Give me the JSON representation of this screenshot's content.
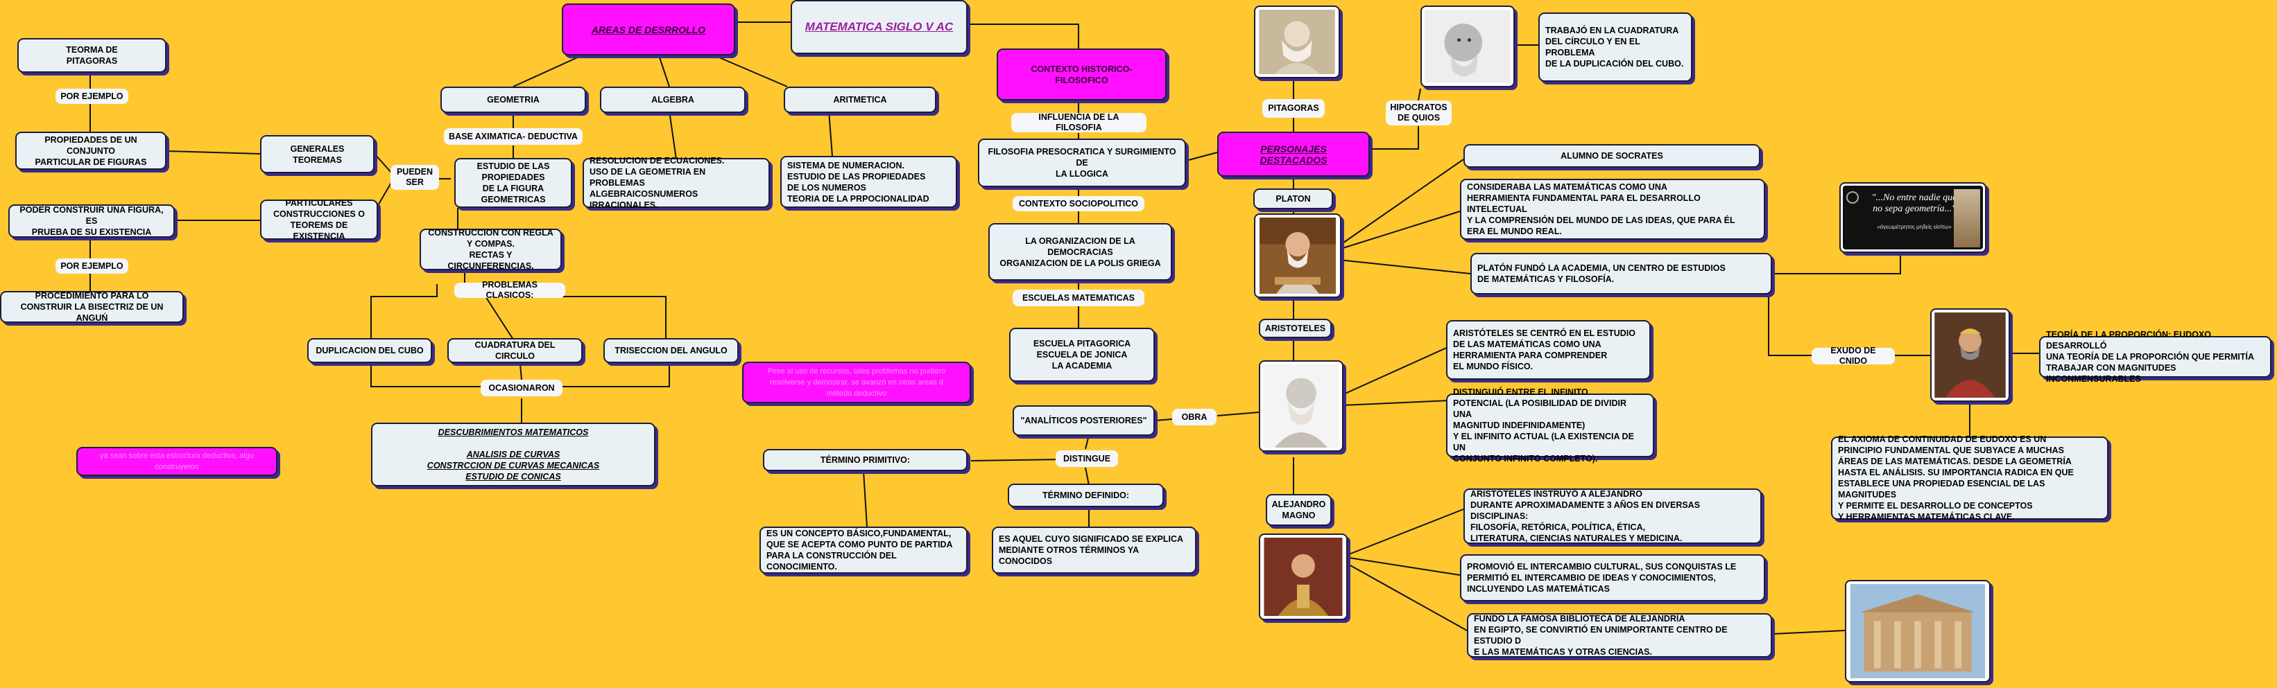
{
  "title": "MATEMATICA SIGLO V AC",
  "areas": "AREAS DE DESRROLLO",
  "contexto": "CONTEXTO HISTORICO-\nFILOSOFICO",
  "personajes": "PERSONAJES\nDESTACADOS",
  "left": {
    "teorema_pitagoras": "TEORMA DE\nPITAGORAS",
    "por_ejemplo_1": "POR EJEMPLO",
    "propiedades_conjunto": "PROPIEDADES DE UN CONJUNTO\nPARTICULAR DE FIGURAS",
    "generales": "GENERALES\nTEOREMAS",
    "pueden_ser": "PUEDEN\nSER",
    "particulares": "PARTICULARES\nCONSTRUCCIONES O\nTEOREMS DE EXISTENCIA",
    "poder_construir": "PODER CONSTRUIR UNA FIGURA, ES\nPRUEBA DE SU EXISTENCIA",
    "por_ejemplo_2": "POR EJEMPLO",
    "procedimiento": "PROCEDIMIENTO PARA LO\nCONSTRUIR LA BISECTRIZ DE UN ANGUŃ",
    "pink_note": "ya sean sobre esta estructura deductiva, algu\nconstruyeron"
  },
  "areas_sub": {
    "geometria": "GEOMETRIA",
    "algebra": "ALGEBRA",
    "aritmetica": "ARITMETICA",
    "base_axiomatica": "BASE AXIMATICA- DEDUCTIVA",
    "estudio_propiedades": "ESTUDIO DE LAS\nPROPIEDADES\nDE LA FIGURA\nGEOMETRICAS",
    "resolucion": "RESOLUCION DE ECUACIONES.\nUSO DE LA GEOMETRIA EN PROBLEMAS\nALGEBRAICOSNUMEROS IRRACIONALES.",
    "sistema_numeracion": "SISTEMA DE NUMERACION.\nESTUDIO DE LAS PROPIEDADES\nDE LOS NUMEROS\nTEORIA DE LA PRPOCIONALIDAD",
    "construccion": "CONSTRUCCION CON REGLA Y COMPAS.\nRECTAS Y CIRCUNFERENCIAS.",
    "problemas_clasicos": "PROBLEMAS CLASICOS:",
    "duplicacion": "DUPLICACION DEL CUBO",
    "cuadratura": "CUADRATURA DEL CIRCULO",
    "triseccion": "TRISECCION DEL ANGULO",
    "ocasionaron": "OCASIONARON",
    "descubrimientos": "DESCUBRIMIENTOS MATEMATICOS\n\nANALISIS DE CURVAS\nCONSTRCCION DE CURVAS MECANICAS\nESTUDIO DE CONICAS",
    "pink_note": "Pese al uso de recursos, tales problemas no pudiero\nresolverse y demostrar. se avanzó en otras areas d\nmétodo deductivo"
  },
  "contexto_sub": {
    "influencia": "INFLUENCIA DE LA FILOSOFIA",
    "filosofia_presocratica": "FILOSOFIA PRESOCRATICA Y SURGIMIENTO DE\nLA LLOGICA",
    "contexto_sociopolitico": "CONTEXTO SOCIOPOLITICO",
    "democracia": "LA ORGANIZACION DE LA DEMOCRACIAS\nORGANIZACION DE LA POLIS GRIEGA",
    "escuelas": "ESCUELAS MATEMATICAS",
    "escuelas_lista": "ESCUELA PITAGORICA\nESCUELA DE JONICA\nLA ACADEMIA",
    "analiticos": "\"ANALÍTICOS POSTERIORES\"",
    "obra": "OBRA",
    "distingue": "DISTINGUE",
    "termino_primitivo": "TÉRMINO PRIMITIVO:",
    "termino_definido": "TÉRMINO DEFINIDO:",
    "primitivo_def": "ES UN CONCEPTO BÁSICO,FUNDAMENTAL,\nQUE SE ACEPTA COMO PUNTO DE PARTIDA\nPARA LA CONSTRUCCIÓN DEL CONOCIMIENTO.",
    "definido_def": "ES AQUEL CUYO SIGNIFICADO SE EXPLICA\nMEDIANTE OTROS TÉRMINOS YA CONOCIDOS"
  },
  "people": {
    "pitagoras": "PITAGORAS",
    "hipocrates": "HIPOCRATOS\nDE QUIOS",
    "hipocrates_desc": "TRABAJÓ EN LA CUADRATURA\nDEL CÍRCULO Y EN EL PROBLEMA\nDE LA DUPLICACIÓN DEL CUBO.",
    "platon": "PLATON",
    "alumno": "ALUMNO DE SOCRATES",
    "platon_consideraba": "CONSIDERABA LAS MATEMÁTICAS COMO UNA\nHERRAMIENTA FUNDAMENTAL PARA EL DESARROLLO INTELECTUAL\nY LA COMPRENSIÓN DEL MUNDO DE LAS IDEAS, QUE PARA ÉL\nERA EL MUNDO REAL.",
    "platon_academia": "PLATÓN FUNDÓ LA ACADEMIA, UN CENTRO DE ESTUDIOS\nDE MATEMÁTICAS Y FILOSOFÍA.",
    "aristoteles": "ARISTOTELES",
    "aristoteles_centro": "ARISTÓTELES SE CENTRÓ EN EL ESTUDIO\nDE LAS MATEMÁTICAS COMO UNA\nHERRAMIENTA PARA COMPRENDER\nEL MUNDO FÍSICO.",
    "aristoteles_infinito": "DISTINGUIÓ ENTRE EL INFINITO\nPOTENCIAL (LA POSIBILIDAD DE DIVIDIR UNA\nMAGNITUD INDEFINIDAMENTE)\nY EL INFINITO ACTUAL (LA EXISTENCIA DE UN\nCONJUNTO INFINITO COMPLETO).",
    "alejandro": "ALEJANDRO\nMAGNO",
    "alejandro_instruyo": "ARISTÓTELES INSTRUYÓ A ALEJANDRO\nDURANTE APROXIMADAMENTE 3 AÑOS EN DIVERSAS DISCIPLINAS:\nFILOSOFÍA, RETÓRICA, POLÍTICA, ÉTICA,\nLITERATURA, CIENCIAS NATURALES Y MEDICINA.",
    "alejandro_promovio": "PROMOVIÓ EL INTERCAMBIO CULTURAL, SUS CONQUISTAS LE\nPERMITIÓ EL INTERCAMBIO DE IDEAS Y CONOCIMIENTOS,\nINCLUYENDO LAS MATEMÁTICAS",
    "alejandro_biblioteca": "FUNDO LA FAMOSA BIBLIOTECA DE ALEJANDRÍA\nEN EGIPTO, SE CONVIRTIÓ EN UNIMPORTANTE CENTRO DE ESTUDIO D\nE LAS MATEMÁTICAS Y OTRAS CIENCIAS.",
    "eudoxo": "EXUDO DE CNIDO",
    "eudoxo_teoria": "TEORÍA DE LA PROPORCIÓN: EUDOXO DESARROLLÓ\nUNA TEORÍA DE LA PROPORCIÓN QUE PERMITÍA\nTRABAJAR CON MAGNITUDES INCONMENSURABLES",
    "eudoxo_axioma": "EL AXIOMA DE CONTINUIDAD DE EUDOXO ES UN\nPRINCIPIO FUNDAMENTAL QUE SUBYACE A MUCHAS\nÁREAS DE LAS MATEMÁTICAS. DESDE LA GEOMETRÍA\nHASTA EL ANÁLISIS. SU IMPORTANCIA RADICA EN QUE\nESTABLECE UNA PROPIEDAD ESENCIAL DE LAS MAGNITUDES\nY PERMITE EL DESARROLLO DE CONCEPTOS\nY HERRAMIENTAS MATEMÁTICAS CLAVE."
  },
  "quote": {
    "main": "\"...No entre nadie que\nno sepa geometría...\"",
    "greek": "«ἀγεωμέτρητος μηδεὶς εἰσίτω»"
  }
}
